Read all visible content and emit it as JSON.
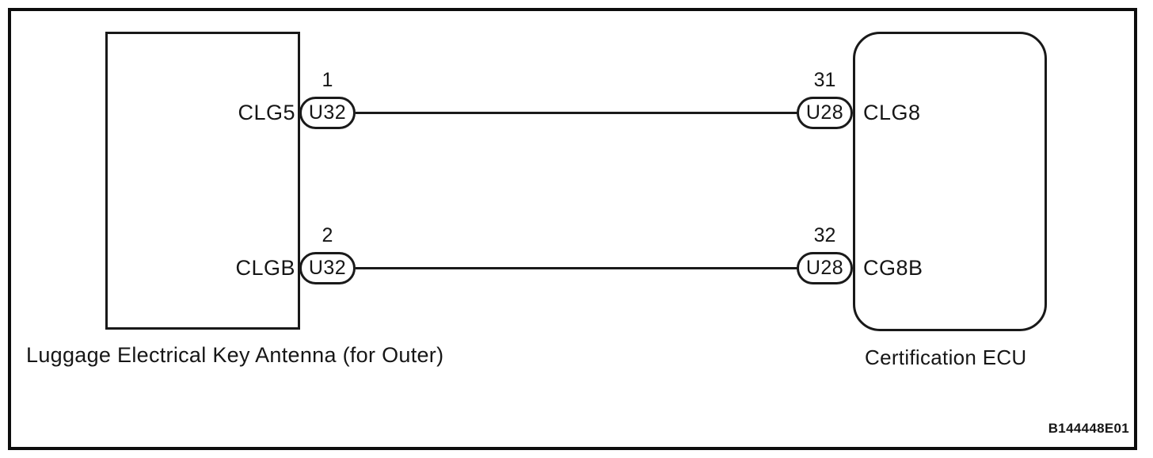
{
  "diagram": {
    "figure_code": "B144448E01",
    "components": {
      "left": {
        "label": "Luggage Electrical Key Antenna (for Outer)"
      },
      "right": {
        "label": "Certification ECU"
      }
    },
    "wires": [
      {
        "left_signal": "CLG5",
        "left_pin": "1",
        "left_connector": "U32",
        "right_pin": "31",
        "right_connector": "U28",
        "right_signal": "CLG8"
      },
      {
        "left_signal": "CLGB",
        "left_pin": "2",
        "left_connector": "U32",
        "right_pin": "32",
        "right_connector": "U28",
        "right_signal": "CG8B"
      }
    ]
  }
}
